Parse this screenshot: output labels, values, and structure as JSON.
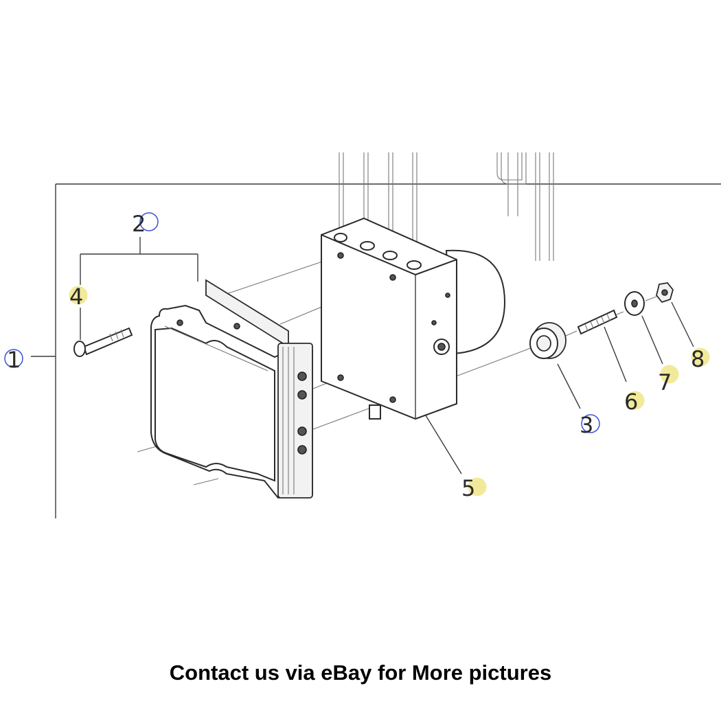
{
  "diagram": {
    "callouts": [
      "1",
      "2",
      "3",
      "4",
      "5",
      "6",
      "7",
      "8"
    ],
    "highlight_colors": {
      "circle_blue": "#3b4fd6",
      "circle_yellow": "#f2ea9a"
    }
  },
  "caption": "Contact us via eBay for More pictures"
}
